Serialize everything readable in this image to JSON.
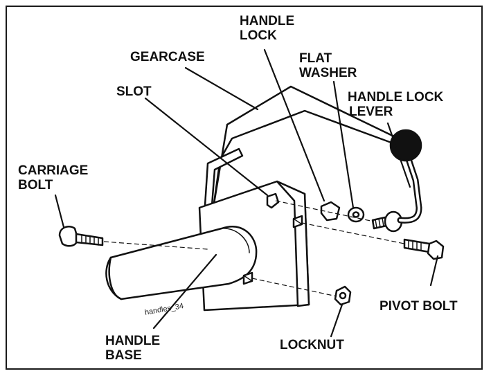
{
  "labels": {
    "handle_lock": [
      "HANDLE",
      "LOCK"
    ],
    "gearcase": "GEARCASE",
    "flat_washer": [
      "FLAT",
      "WASHER"
    ],
    "slot": "SLOT",
    "handle_lock_lever": [
      "HANDLE LOCK",
      "LEVER"
    ],
    "carriage_bolt": [
      "CARRIAGE",
      "BOLT"
    ],
    "pivot_bolt": "PIVOT BOLT",
    "handle_base": [
      "HANDLE",
      "BASE"
    ],
    "locknut": "LOCKNUT"
  },
  "figure_code": "handles_34",
  "colors": {
    "ink": "#111111",
    "paper": "#ffffff",
    "frame": "#1a1a1a"
  }
}
